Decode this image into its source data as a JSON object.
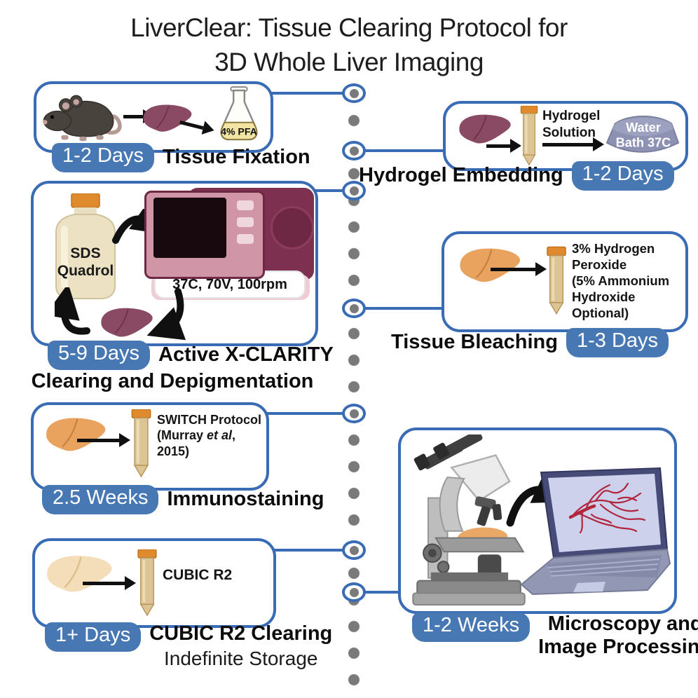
{
  "title": {
    "line1": "LiverClear: Tissue Clearing Protocol for",
    "line2": "3D Whole Liver Imaging"
  },
  "colors": {
    "accent_blue": "#3a6cb5",
    "badge_blue": "#4778b4",
    "timeline_dot_gray": "#7a7a7a",
    "liver_dark": "#8a4a63",
    "liver_orange": "#e9a35f",
    "liver_pale": "#f4ddb9",
    "tube_tan": "#dcc494",
    "cap_orange": "#e08a2e",
    "machine_maroon": "#7e3050",
    "machine_pink": "#d095a6",
    "water_bath_slate": "#8d92b2",
    "vasculature_red": "#b2263d"
  },
  "steps": [
    {
      "id": "tissue-fixation",
      "duration": "1-2 Days",
      "name": "Tissue Fixation",
      "flask_label": "4% PFA"
    },
    {
      "id": "hydrogel-embedding",
      "name": "Hydrogel Embedding",
      "duration": "1-2 Days",
      "tube_line1": "Hydrogel",
      "tube_line2": "Solution",
      "bath_line1": "Water",
      "bath_line2": "Bath 37C"
    },
    {
      "id": "active-x-clarity",
      "duration": "5-9 Days",
      "name_line1": "Active X-CLARITY",
      "name_line2": "Clearing and Depigmentation",
      "bottle_line1": "SDS",
      "bottle_line2": "Quadrol",
      "machine_label": "37C, 70V, 100rpm"
    },
    {
      "id": "tissue-bleaching",
      "name": "Tissue Bleaching",
      "duration": "1-3 Days",
      "reagent_lines": [
        "3% Hydrogen",
        "Peroxide",
        "(5% Ammonium",
        "Hydroxide",
        "Optional)"
      ]
    },
    {
      "id": "immunostaining",
      "duration": "2.5 Weeks",
      "name": "Immunostaining",
      "reagent_line1": "SWITCH Protocol",
      "reagent_line2_pre": "(Murray ",
      "reagent_line2_italic": "et al",
      "reagent_line2_post": ",",
      "reagent_line3": "2015)"
    },
    {
      "id": "cubic-r2-clearing",
      "duration": "1+ Days",
      "name": "CUBIC R2 Clearing",
      "subname": "Indefinite Storage",
      "reagent": "CUBIC R2"
    },
    {
      "id": "microscopy",
      "duration": "1-2 Weeks",
      "name_line1": "Microscopy and",
      "name_line2": "Image Processing"
    }
  ]
}
